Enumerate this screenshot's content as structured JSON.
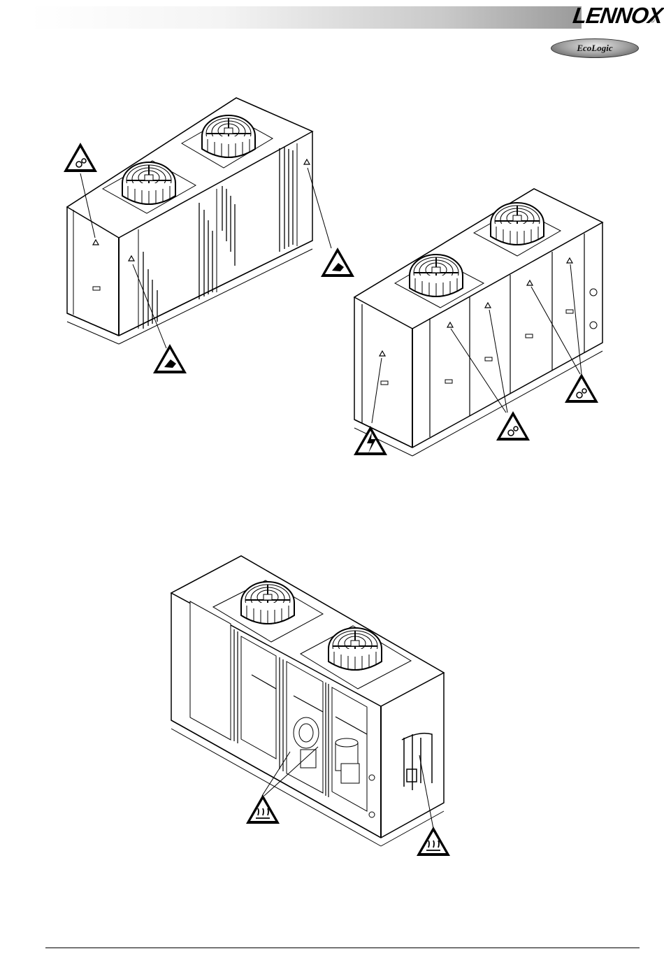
{
  "header": {
    "brand": "LENNOX",
    "brand_mark": "®",
    "sub_brand": "EcoLogic"
  },
  "figures": [
    {
      "name": "unit-view-1",
      "warnings": [
        "entanglement-hazard-icon",
        "hand-crush-hazard-icon",
        "hand-crush-hazard-icon"
      ]
    },
    {
      "name": "unit-view-2",
      "warnings": [
        "electric-shock-hazard-icon",
        "entanglement-hazard-icon",
        "entanglement-hazard-icon"
      ]
    },
    {
      "name": "unit-view-3",
      "warnings": [
        "hot-surface-hazard-icon",
        "hot-surface-hazard-icon"
      ]
    }
  ],
  "colors": {
    "ink": "#000000",
    "panel": "#ffffff"
  }
}
